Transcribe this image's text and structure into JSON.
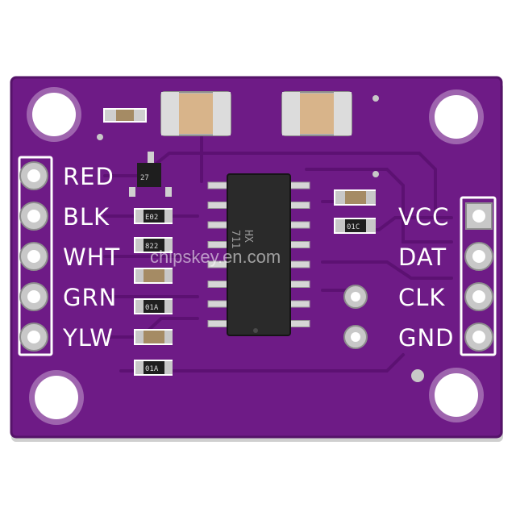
{
  "board": {
    "colors": {
      "pcb": "#6e1b86",
      "pcb_edge": "#3f0c52",
      "silkscreen": "#ffffff",
      "pad": "#c8c8c8",
      "chip": "#2a2a2a"
    },
    "left_labels": [
      "RED",
      "BLK",
      "WHT",
      "GRN",
      "YLW"
    ],
    "right_labels": [
      "VCC",
      "DAT",
      "CLK",
      "GND"
    ],
    "chip_marking": [
      "HX",
      "711"
    ],
    "component_markings": {
      "transistor": "27",
      "resistor_e02": "E02",
      "resistor_822": "822",
      "resistor_01a_1": "01A",
      "resistor_01a_2": "01A",
      "resistor_01c": "01C"
    }
  },
  "watermark": "chipskey.en.com"
}
